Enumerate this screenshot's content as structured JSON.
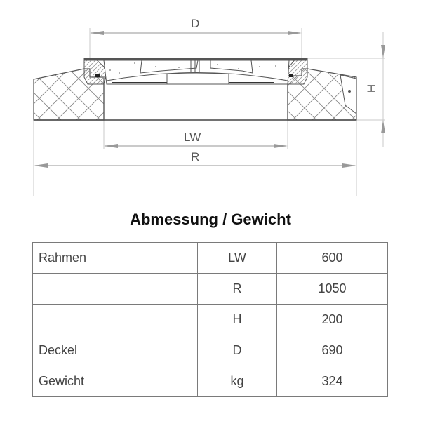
{
  "drawing": {
    "labels": {
      "D": "D",
      "LW": "LW",
      "R": "R",
      "H": "H"
    },
    "line_color": "#555555",
    "dim_color": "#aaaaaa"
  },
  "table": {
    "title": "Abmessung / Gewicht",
    "rows": [
      {
        "part": "Rahmen",
        "symbol": "LW",
        "value": "600"
      },
      {
        "part": "",
        "symbol": "R",
        "value": "1050"
      },
      {
        "part": "",
        "symbol": "H",
        "value": "200"
      },
      {
        "part": "Deckel",
        "symbol": "D",
        "value": "690"
      },
      {
        "part": "Gewicht",
        "symbol": "kg",
        "value": "324"
      }
    ]
  }
}
